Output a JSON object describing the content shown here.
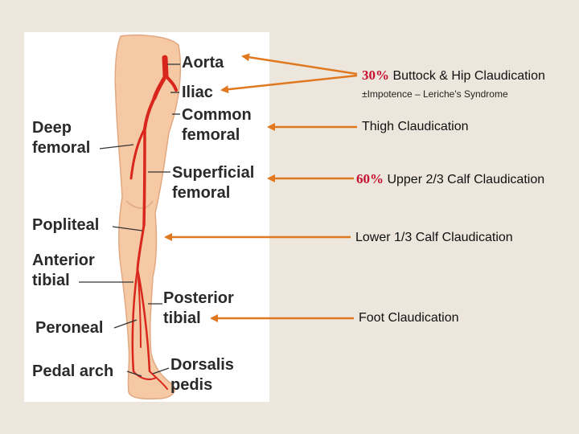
{
  "colors": {
    "background": "#ece6dc",
    "artery": "#d9261c",
    "arrow": "#e07820",
    "percent": "#c8102e",
    "skin": "#f5c9a4"
  },
  "artery_labels": {
    "aorta": "Aorta",
    "iliac": "Iliac",
    "common_femoral": [
      "Common",
      "femoral"
    ],
    "deep_femoral": [
      "Deep",
      "femoral"
    ],
    "superficial_femoral": [
      "Superficial",
      "femoral"
    ],
    "popliteal": "Popliteal",
    "anterior_tibial": [
      "Anterior",
      "tibial"
    ],
    "posterior_tibial": [
      "Posterior",
      "tibial"
    ],
    "peroneal": "Peroneal",
    "pedal_arch": "Pedal arch",
    "dorsalis_pedis": [
      "Dorsalis",
      "pedis"
    ]
  },
  "claudication": {
    "buttock_pct": "30%",
    "buttock_text": "Buttock & Hip Claudication",
    "impotence_note": "±Impotence – Leriche's Syndrome",
    "thigh": "Thigh Claudication",
    "calf_pct": "60%",
    "calf_upper": "Upper 2/3 Calf Claudication",
    "calf_lower": "Lower 1/3 Calf Claudication",
    "foot": "Foot Claudication"
  }
}
